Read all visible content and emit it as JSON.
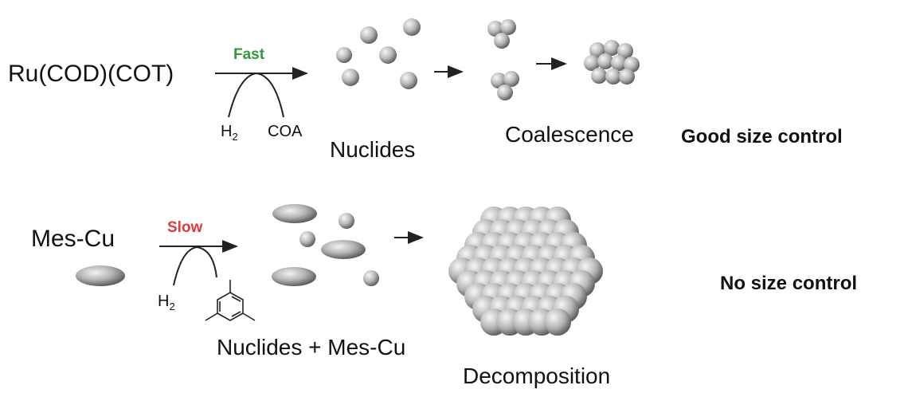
{
  "top_row": {
    "reactant": "Ru(COD)(COT)",
    "rate_label": "Fast",
    "reagent_in": "H",
    "reagent_in_sub": "2",
    "reagent_out": "COA",
    "stage1_label": "Nuclides",
    "stage2_label": "Coalescence",
    "outcome": "Good size control"
  },
  "bottom_row": {
    "reactant": "Mes-Cu",
    "rate_label": "Slow",
    "reagent_in": "H",
    "reagent_in_sub": "2",
    "stage1_label": "Nuclides + Mes-Cu",
    "stage2_label": "Decomposition",
    "outcome": "No size control"
  },
  "colors": {
    "fast": "#2e9a3c",
    "slow": "#e03a3a",
    "text": "#111111",
    "sphere_light": "#f4f4f4",
    "sphere_dark": "#6a6a6a"
  }
}
